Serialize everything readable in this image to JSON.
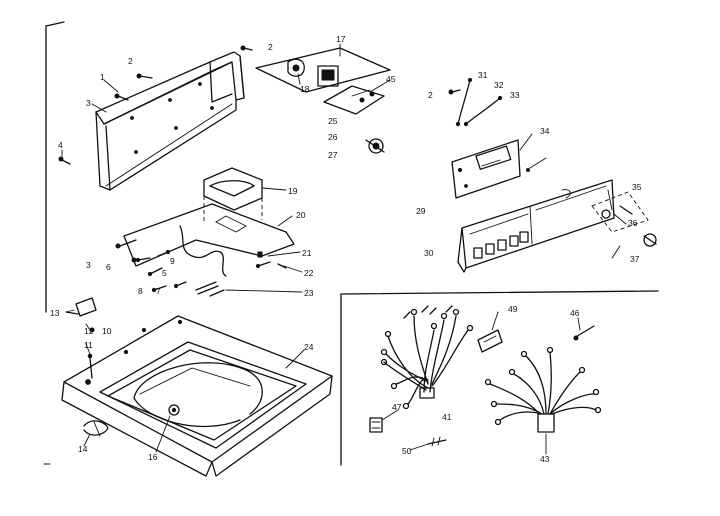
{
  "labels": {
    "l1": "1",
    "l2a": "2",
    "l2b": "2",
    "l2c": "2",
    "l3": "3",
    "l3b": "3",
    "l4": "4",
    "l5": "5",
    "l6": "6",
    "l7": "7",
    "l8": "8",
    "l9": "9",
    "l10": "10",
    "l11": "11",
    "l12": "12",
    "l13": "13",
    "l14": "14",
    "l16": "16",
    "l17": "17",
    "l18": "18",
    "l19": "19",
    "l20": "20",
    "l21": "21",
    "l22": "22",
    "l23": "23",
    "l24": "24",
    "l25": "25",
    "l26": "26",
    "l27": "27",
    "l29": "29",
    "l30": "30",
    "l31": "31",
    "l32": "32",
    "l33": "33",
    "l34": "34",
    "l35": "35",
    "l36": "36",
    "l37": "37",
    "l41": "41",
    "l43": "43",
    "l45": "45",
    "l46": "46",
    "l47": "47",
    "l49": "49",
    "l50": "50"
  }
}
